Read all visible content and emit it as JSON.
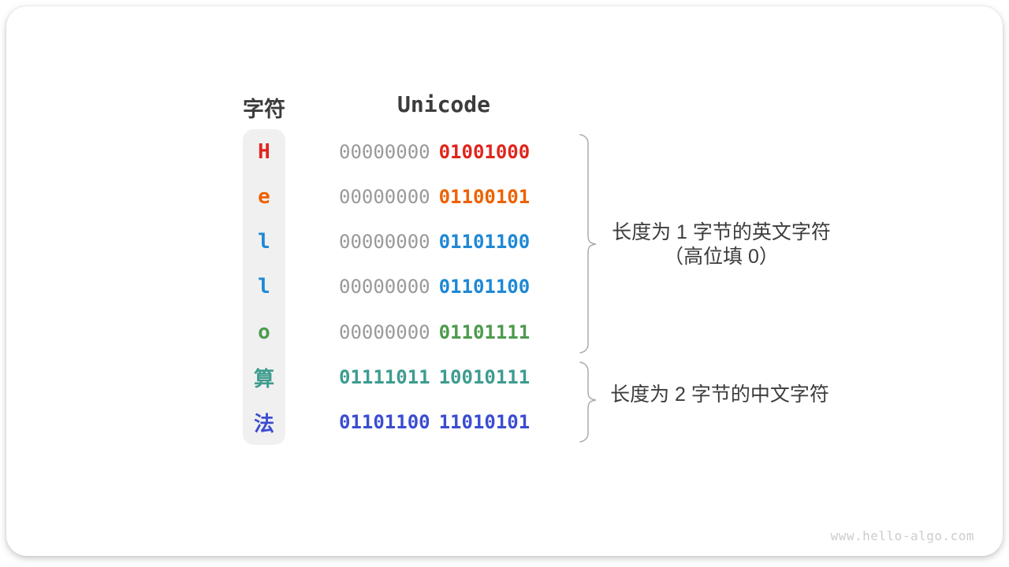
{
  "table": {
    "char_header": "字符",
    "unicode_header": "Unicode",
    "colors": {
      "gray_padding": "#999999",
      "red": "#e0251c",
      "orange": "#ee6100",
      "blue": "#1e88d5",
      "green": "#4d9b4d",
      "teal": "#3e9c8f",
      "royal_blue": "#3b4dd1"
    },
    "rows": [
      {
        "char": "H",
        "char_color": "#e0251c",
        "byte1": "00000000",
        "byte1_color": "#999999",
        "byte1_bold": false,
        "byte2": "01001000",
        "byte2_color": "#e0251c"
      },
      {
        "char": "e",
        "char_color": "#ee6100",
        "byte1": "00000000",
        "byte1_color": "#999999",
        "byte1_bold": false,
        "byte2": "01100101",
        "byte2_color": "#ee6100"
      },
      {
        "char": "l",
        "char_color": "#1e88d5",
        "byte1": "00000000",
        "byte1_color": "#999999",
        "byte1_bold": false,
        "byte2": "01101100",
        "byte2_color": "#1e88d5"
      },
      {
        "char": "l",
        "char_color": "#1e88d5",
        "byte1": "00000000",
        "byte1_color": "#999999",
        "byte1_bold": false,
        "byte2": "01101100",
        "byte2_color": "#1e88d5"
      },
      {
        "char": "o",
        "char_color": "#4d9b4d",
        "byte1": "00000000",
        "byte1_color": "#999999",
        "byte1_bold": false,
        "byte2": "01101111",
        "byte2_color": "#4d9b4d"
      },
      {
        "char": "算",
        "char_color": "#3e9c8f",
        "byte1": "01111011",
        "byte1_color": "#3e9c8f",
        "byte1_bold": true,
        "byte2": "10010111",
        "byte2_color": "#3e9c8f"
      },
      {
        "char": "法",
        "char_color": "#3b4dd1",
        "byte1": "01101100",
        "byte1_color": "#3b4dd1",
        "byte1_bold": true,
        "byte2": "11010101",
        "byte2_color": "#3b4dd1"
      }
    ]
  },
  "annotations": {
    "english_group": {
      "line1": "长度为 1 字节的英文字符",
      "line2": "（高位填 0）"
    },
    "chinese_group": {
      "line1": "长度为 2 字节的中文字符"
    }
  },
  "watermark": "www.hello-algo.com"
}
